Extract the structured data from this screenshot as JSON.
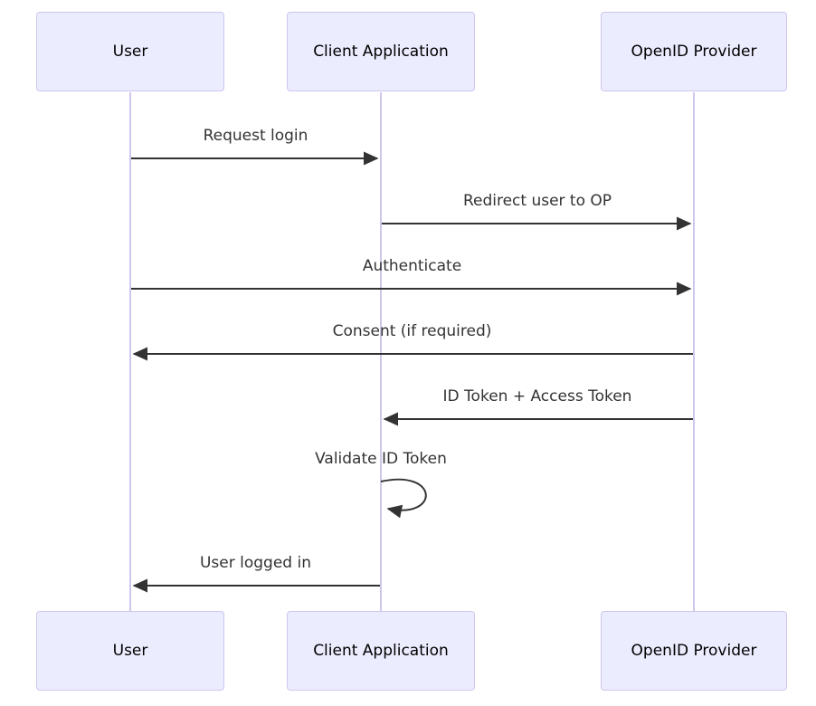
{
  "diagram": {
    "type": "sequence",
    "actors": [
      {
        "name": "User"
      },
      {
        "name": "Client Application"
      },
      {
        "name": "OpenID Provider"
      }
    ],
    "messages": [
      {
        "from": "User",
        "to": "Client Application",
        "label": "Request login",
        "arrow": "solid-right"
      },
      {
        "from": "Client Application",
        "to": "OpenID Provider",
        "label": "Redirect user to OP",
        "arrow": "solid-right"
      },
      {
        "from": "User",
        "to": "OpenID Provider",
        "label": "Authenticate",
        "arrow": "solid-right"
      },
      {
        "from": "OpenID Provider",
        "to": "User",
        "label": "Consent (if required)",
        "arrow": "solid-left"
      },
      {
        "from": "OpenID Provider",
        "to": "Client Application",
        "label": "ID Token + Access Token",
        "arrow": "solid-left"
      },
      {
        "from": "Client Application",
        "to": "Client Application",
        "label": "Validate ID Token",
        "arrow": "self-loop"
      },
      {
        "from": "Client Application",
        "to": "User",
        "label": "User logged in",
        "arrow": "solid-left"
      }
    ],
    "colors": {
      "actor_fill": "#ECECFF",
      "actor_border": "#CFC6EC",
      "lifeline": "#CFC6EC",
      "arrow": "#333333",
      "message_text": "#333333",
      "actor_text": "#000000"
    }
  }
}
